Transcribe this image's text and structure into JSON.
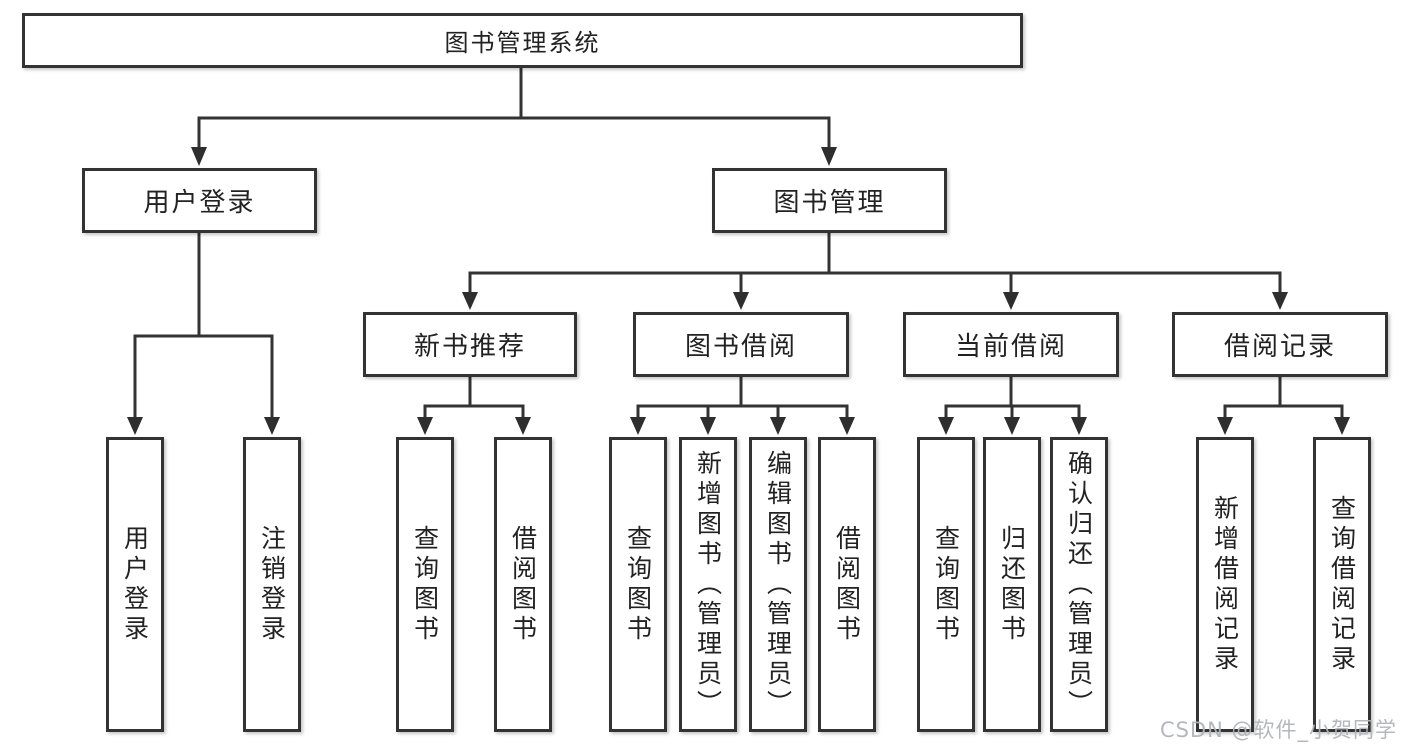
{
  "diagram": {
    "root": "图书管理系统",
    "l2": [
      "用户登录",
      "图书管理"
    ],
    "l3": [
      "新书推荐",
      "图书借阅",
      "当前借阅",
      "借阅记录"
    ],
    "l4": [
      "用户登录",
      "注销登录",
      "查询图书",
      "借阅图书",
      "查询图书",
      "新增图书（管理员）",
      "编辑图书（管理员）",
      "借阅图书",
      "查询图书",
      "归还图书",
      "确认归还（管理员）",
      "新增借阅记录",
      "查询借阅记录"
    ]
  },
  "watermark": {
    "text": "CSDN @软件_小贺同学"
  },
  "colors": {
    "line": "#333333",
    "box_border": "#333333",
    "text": "#222222",
    "watermark": "#b0b4b8",
    "background": "#ffffff"
  }
}
